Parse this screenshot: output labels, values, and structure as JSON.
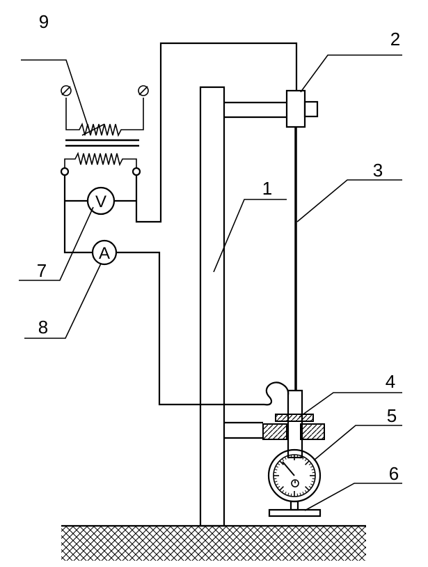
{
  "labels": {
    "l1": "1",
    "l2": "2",
    "l3": "3",
    "l4": "4",
    "l5": "5",
    "l6": "6",
    "l7": "7",
    "l8": "8",
    "l9": "9"
  },
  "meters": {
    "voltmeter": "V",
    "ammeter": "A"
  }
}
